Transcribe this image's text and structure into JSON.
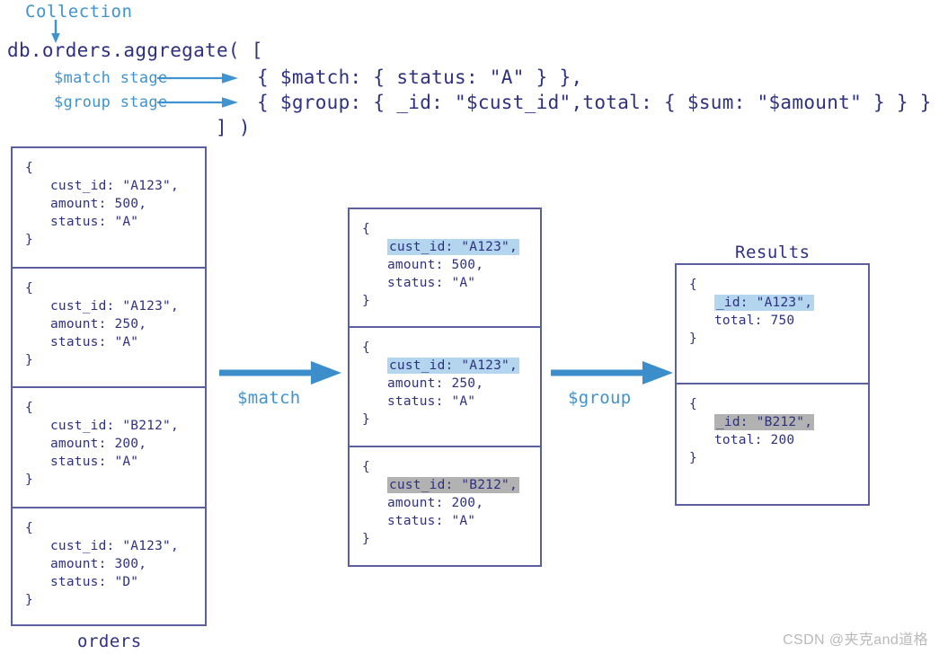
{
  "header": {
    "collection_label": "Collection",
    "main_line": "db.orders.aggregate( [",
    "stage_label_match": "$match stage",
    "stage_label_group": "$group stage",
    "code_match": "{ $match: { status: \"A\" } },",
    "code_group": "{ $group: { _id: \"$cust_id\",total: { $sum: \"$amount\" } } }",
    "code_close": "] )"
  },
  "orders": {
    "caption": "orders",
    "docs": [
      {
        "open": "{",
        "lines": [
          "cust_id: \"A123\",",
          "amount: 500,",
          "status: \"A\""
        ],
        "close": "}",
        "highlight": "none"
      },
      {
        "open": "{",
        "lines": [
          "cust_id: \"A123\",",
          "amount: 250,",
          "status: \"A\""
        ],
        "close": "}",
        "highlight": "none"
      },
      {
        "open": "{",
        "lines": [
          "cust_id: \"B212\",",
          "amount: 200,",
          "status: \"A\""
        ],
        "close": "}",
        "highlight": "none"
      },
      {
        "open": "{",
        "lines": [
          "cust_id: \"A123\",",
          "amount: 300,",
          "status: \"D\""
        ],
        "close": "}",
        "highlight": "none"
      }
    ]
  },
  "match_output": {
    "docs": [
      {
        "open": "{",
        "lines": [
          "cust_id: \"A123\",",
          "amount: 500,",
          "status: \"A\""
        ],
        "close": "}",
        "highlight": "blue"
      },
      {
        "open": "{",
        "lines": [
          "cust_id: \"A123\",",
          "amount: 250,",
          "status: \"A\""
        ],
        "close": "}",
        "highlight": "blue"
      },
      {
        "open": "{",
        "lines": [
          "cust_id: \"B212\",",
          "amount: 200,",
          "status: \"A\""
        ],
        "close": "}",
        "highlight": "gray"
      }
    ]
  },
  "results": {
    "caption": "Results",
    "docs": [
      {
        "open": "{",
        "lines": [
          "_id: \"A123\",",
          "total: 750"
        ],
        "close": "}",
        "highlight": "blue"
      },
      {
        "open": "{",
        "lines": [
          "_id: \"B212\",",
          "total: 200"
        ],
        "close": "}",
        "highlight": "gray"
      }
    ]
  },
  "pipeline": {
    "arrow_match_label": "$match",
    "arrow_group_label": "$group"
  },
  "watermark": "CSDN @夹克and道格",
  "colors": {
    "navy_text": "#2e3180",
    "light_blue": "#3f93cf",
    "arrow_blue": "#3b8ec9",
    "highlight_blue": "#b4d5ee",
    "highlight_gray": "#b2b2b2",
    "box_border": "#5a5fa0"
  }
}
